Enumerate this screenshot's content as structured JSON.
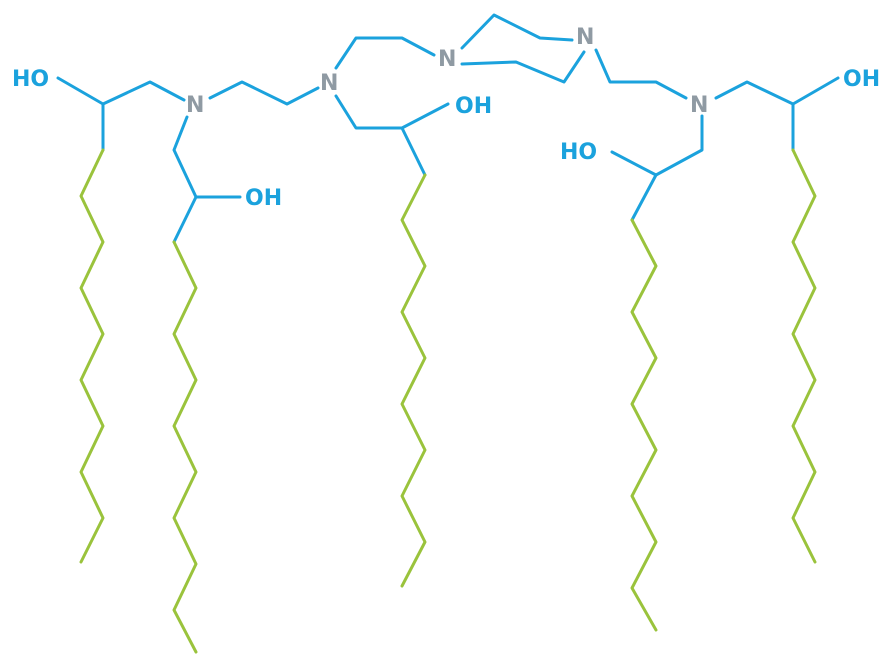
{
  "colors": {
    "polar_bond": "#1ba2dd",
    "tail_bond": "#9ac33c",
    "nitrogen": "#8f9aa3",
    "hydroxyl": "#1ba2dd"
  },
  "atoms": {
    "n1": "N",
    "n2": "N",
    "n3": "N",
    "n4": "N",
    "n5": "N",
    "oh1": "HO",
    "oh2": "OH",
    "oh3": "OH",
    "oh4": "HO",
    "oh5": "OH"
  }
}
